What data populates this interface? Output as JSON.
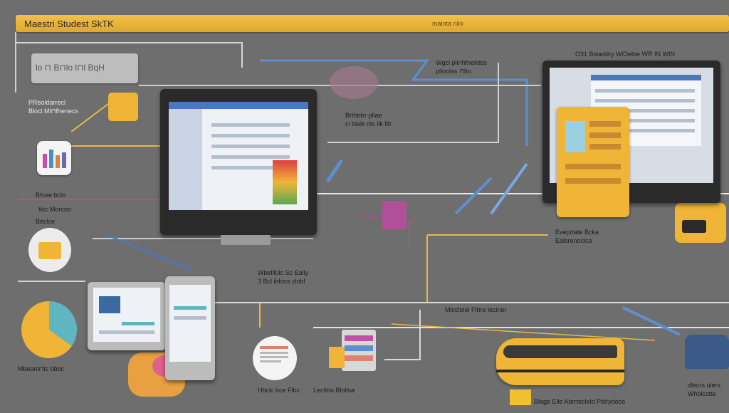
{
  "header": {
    "title": "Maestri Studest SkTK",
    "right_text": "mainta nilo"
  },
  "labels": {
    "note_card": "lo ⊓ B⊓lo  l⊓l BqH",
    "top_left": "PReoldarrecl\nBlocl Ml⊓fhenecs",
    "center_top": "Wgcl plinhfnelidss\npiloolas ⊓ltn.",
    "center_mid": "Brthbtrr pllae\ncl blelk rilo lik filr",
    "right_top": "O31 Bsladdry WClebie WR IN WIN",
    "mid_left_1": "Bfcee bclo",
    "mid_left_2": "tkic Morcoo",
    "mid_left_3": "Beclce",
    "center_low": "Wbelllolc Sc Eally\n3 Bcl iblocs clobl",
    "right_mid": "Eveprtate Bcka\nEalsrenoclca",
    "bottom_center": "Mlcclelel Flbre leciner",
    "bottom_left": "Mbeanl⊓ls bbbc",
    "bottom_mid_1": "Hbclc bce Flbc",
    "bottom_mid_2": "Lectlon Blollsa",
    "bottom_right": "Blage Elle Abrrtecleld Pblrydoos",
    "far_right": "dlecrs ulers\nWhblcstte"
  },
  "colors": {
    "background": "#6e6e6e",
    "accent": "#f0b437",
    "blue": "#4a78c0",
    "line_light": "#d8d8d8",
    "magenta": "#c44fa5"
  }
}
